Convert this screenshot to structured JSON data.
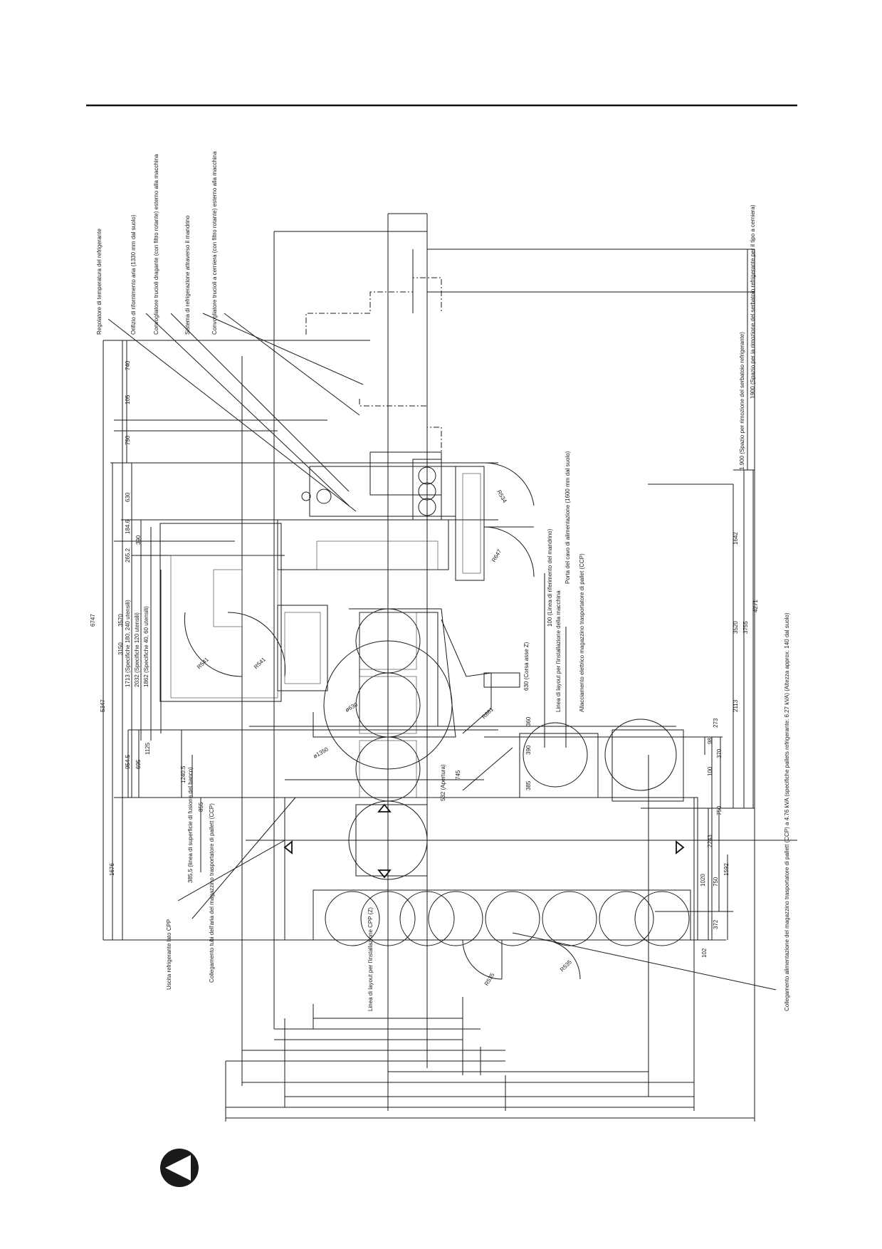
{
  "colors": {
    "ink": "#1a1a1a",
    "paper": "#ffffff",
    "logo": "#1a1a1a"
  },
  "notes": {
    "pressure_temp": "Regolatore di temperatura del refrigerante",
    "air_inlet": "Orifizio di rifornimento aria (1330 mm dal suolo)",
    "chip_conv_drag": "Convogliatore trucioli dragante (con filtro rotante) esterno alla macchina",
    "coolant_spindle": "Sistema di refrigerazione attraverso il mandrino",
    "chip_conv_hinge": "Convogliatore trucioli a cerniera (con filtro rotante) esterno alla macchina",
    "tank_removal_1": "1.900 (Spazio per rimozione del serbatoio refrigerante)",
    "tank_removal_2": "1900 (Spazio per la rimozione del serbatoio refrigerante per il tipo a cerniera)",
    "spindle_ref": "100 (Linea di riferimento del mandrino)",
    "power_door": "Porta del cavo di alimentazione (1600 mm dal suolo)",
    "layout_line": "Linea di layout per l'installazione della macchina",
    "magazine_power": "Allacciamento elettrico magazzino trasportatore di pallet (CCP)",
    "z_stroke": "630 (Corsa asse Z)",
    "opening": "532 (Apertura)",
    "table_surface": "385,5 (linea di superficie di fusione del banco)",
    "coolant_out": "Uscita refrigerante lato CPP",
    "pipe_conn": "Collegamento tubi dell'aria del magazzino trasportatore di pallett (CCP)",
    "cpp_layout": "Linea di layout per l'installazione CPP (Z)",
    "power_conn": "Collegamento alimentazione del magazzino trasportatore di pallett (CCP) a 4.76 kVA (specifiche pallets refrigerante: 6.27 kVA) (Altezza approx. 140 dal suolo)"
  },
  "dims_left": {
    "d6747": "6747",
    "d5347": "5347",
    "d3570": "3570",
    "d3150": "3150",
    "d1713": "1713 (Specifiche 180, 240 utensili)",
    "d2032": "2032 (Specifiche 120 utensili)",
    "d1862": "1862 (Specifiche 40, 60 utensili)",
    "d740": "740",
    "d105": "105",
    "d750": "750",
    "d630": "630",
    "d184": "184.6",
    "d265": "265.2",
    "d390": "390",
    "d954": "954.5",
    "d695": "695",
    "d1125": "1125",
    "d1240": "1240.5",
    "d855": "855",
    "d1676": "1676"
  },
  "dims_right": {
    "d1642": "1642",
    "d3520": "3520",
    "d3755": "3755",
    "d4271": "4271",
    "d2113": "2113",
    "d273": "273",
    "d98": "98",
    "d370": "370",
    "d100": "100",
    "d750b": "750",
    "d2243": "2243",
    "d1592": "1592",
    "d1020": "1020",
    "d750c": "750",
    "d372": "372",
    "d102": "102"
  },
  "dims_inner": {
    "r534": "R534",
    "r647": "R647",
    "r541a": "R541",
    "r541b": "R541",
    "r661": "R661",
    "phi630": "ø630",
    "phi1350": "ø1350",
    "d360": "360",
    "d390b": "390",
    "d385": "385",
    "d745": "745",
    "r535a": "R535",
    "r535b": "R535"
  }
}
